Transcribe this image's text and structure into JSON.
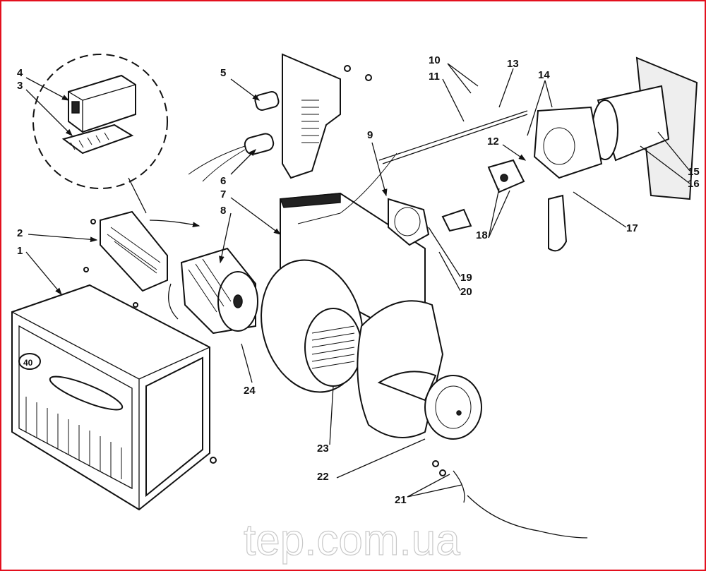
{
  "diagram": {
    "watermark": "tep.com.ua",
    "housing_badge": "40",
    "border_color": "#e3101e",
    "labels": [
      "1",
      "2",
      "3",
      "4",
      "5",
      "6",
      "7",
      "8",
      "9",
      "10",
      "11",
      "12",
      "13",
      "14",
      "15",
      "16",
      "17",
      "18",
      "19",
      "20",
      "21",
      "22",
      "23",
      "24"
    ]
  }
}
